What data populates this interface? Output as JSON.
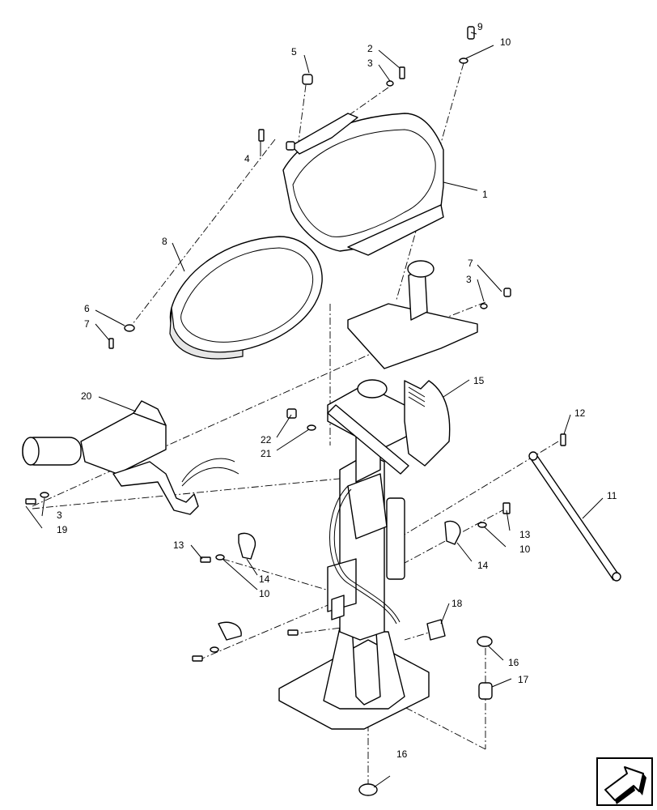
{
  "callouts": [
    {
      "id": "c1",
      "text": "1"
    },
    {
      "id": "c2",
      "text": "2"
    },
    {
      "id": "c3a",
      "text": "3"
    },
    {
      "id": "c3b",
      "text": "3"
    },
    {
      "id": "c3c",
      "text": "3"
    },
    {
      "id": "c4",
      "text": "4"
    },
    {
      "id": "c5",
      "text": "5"
    },
    {
      "id": "c6",
      "text": "6"
    },
    {
      "id": "c7a",
      "text": "7"
    },
    {
      "id": "c7b",
      "text": "7"
    },
    {
      "id": "c8",
      "text": "8"
    },
    {
      "id": "c9",
      "text": "9"
    },
    {
      "id": "c10a",
      "text": "10"
    },
    {
      "id": "c10b",
      "text": "10"
    },
    {
      "id": "c10c",
      "text": "10"
    },
    {
      "id": "c11",
      "text": "11"
    },
    {
      "id": "c12",
      "text": "12"
    },
    {
      "id": "c13a",
      "text": "13"
    },
    {
      "id": "c13b",
      "text": "13"
    },
    {
      "id": "c14a",
      "text": "14"
    },
    {
      "id": "c14b",
      "text": "14"
    },
    {
      "id": "c15",
      "text": "15"
    },
    {
      "id": "c16a",
      "text": "16"
    },
    {
      "id": "c16b",
      "text": "16"
    },
    {
      "id": "c17",
      "text": "17"
    },
    {
      "id": "c18",
      "text": "18"
    },
    {
      "id": "c19",
      "text": "19"
    },
    {
      "id": "c20",
      "text": "20"
    },
    {
      "id": "c21",
      "text": "21"
    },
    {
      "id": "c22",
      "text": "22"
    }
  ],
  "nav_icon": "next-page-arrow-icon"
}
